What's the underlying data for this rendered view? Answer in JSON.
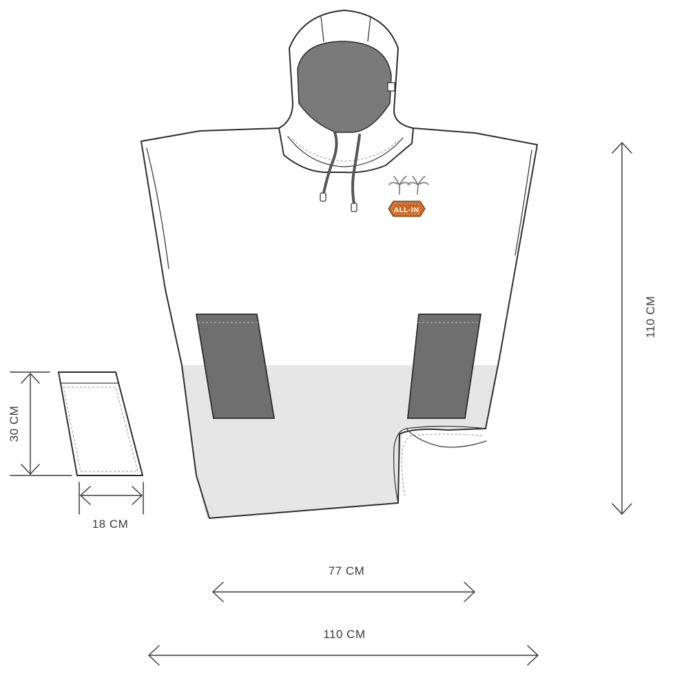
{
  "diagram": {
    "dimensions": {
      "garment_length": "110 CM",
      "garment_inner_width": "77 CM",
      "garment_full_width": "110 CM",
      "pocket_height": "30 CM",
      "pocket_width": "18 CM"
    },
    "logo": {
      "badge_text": "ALL-IN",
      "icon": "palm-trees-icon"
    },
    "colors": {
      "outline": "#2b2b2b",
      "body_fill": "#ffffff",
      "lower_panel_fill": "#e6e6e6",
      "pocket_fill": "#6f6f6f",
      "hood_lining_fill": "#7a7a7a",
      "badge_fill": "#c8692a"
    }
  }
}
